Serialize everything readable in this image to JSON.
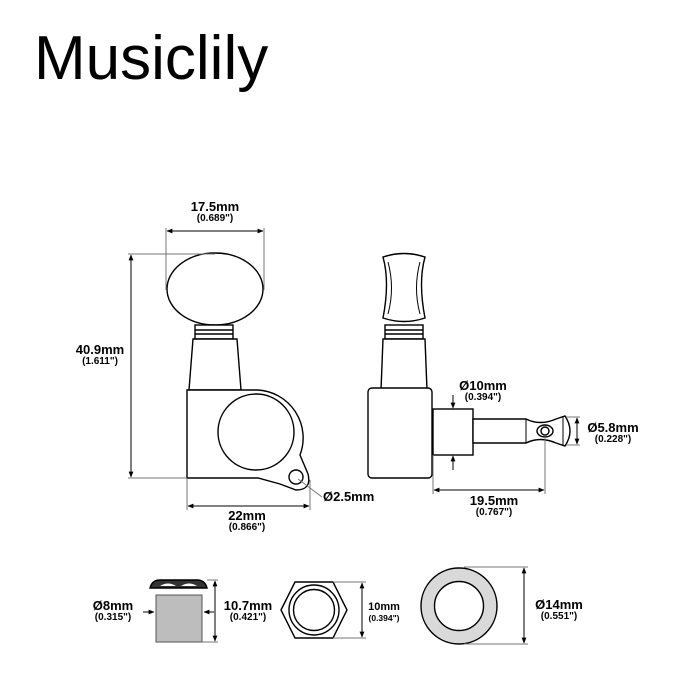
{
  "brand": {
    "name": "Musiclily"
  },
  "diagram": {
    "type": "technical-dimension-drawing",
    "subject": "Guitar tuning machine head",
    "colors": {
      "line": "#000000",
      "dim_line": "#777777",
      "fill_gray": "#d9d9d9",
      "shaft_gray": "#bdbdbd",
      "background": "#ffffff"
    },
    "front_view": {
      "button_width": {
        "mm": "17.5mm",
        "inch": "(0.689\")"
      },
      "total_height": {
        "mm": "40.9mm",
        "inch": "(1.611\")"
      },
      "housing_width": {
        "mm": "22mm",
        "inch": "(0.866\")"
      },
      "screw_hole": {
        "mm": "Ø2.5mm"
      }
    },
    "side_view": {
      "post_base_diameter": {
        "mm": "Ø10mm",
        "inch": "(0.394\")"
      },
      "post_diameter": {
        "mm": "Ø5.8mm",
        "inch": "(0.228\")"
      },
      "post_length": {
        "mm": "19.5mm",
        "inch": "(0.767\")"
      }
    },
    "bushing": {
      "diameter": {
        "mm": "Ø8mm",
        "inch": "(0.315\")"
      },
      "height": {
        "mm": "10.7mm",
        "inch": "(0.421\")"
      }
    },
    "hex_nut": {
      "size": {
        "mm": "10mm",
        "inch": "(0.394\")"
      }
    },
    "washer": {
      "diameter": {
        "mm": "Ø14mm",
        "inch": "(0.551\")"
      }
    }
  }
}
